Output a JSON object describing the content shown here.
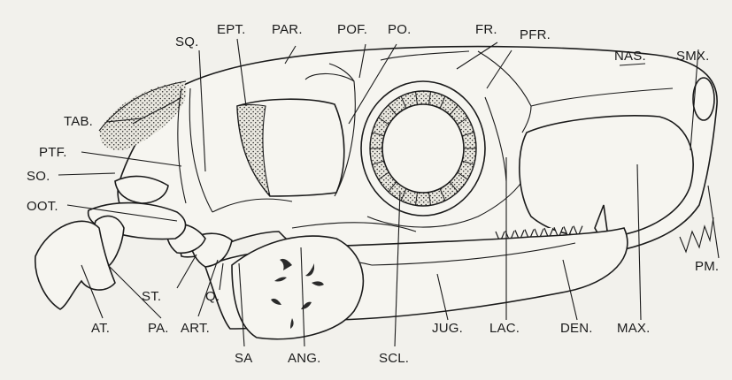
{
  "figure": {
    "labels": {
      "sq": "SQ.",
      "ept": "EPT.",
      "par": "PAR.",
      "pof": "POF.",
      "po": "PO.",
      "fr": "FR.",
      "pfr": "PFR.",
      "nas": "NAS.",
      "smx": "SMX.",
      "tab": "TAB.",
      "ptf": "PTF.",
      "so": "SO.",
      "oot": "OOT.",
      "pm": "PM.",
      "st": "ST.",
      "q": "Q.",
      "at": "AT.",
      "pa": "PA.",
      "art": "ART.",
      "jug": "JUG.",
      "lac": "LAC.",
      "den": "DEN.",
      "max": "MAX.",
      "sa": "SA",
      "ang": "ANG.",
      "scl": "SCL."
    }
  }
}
